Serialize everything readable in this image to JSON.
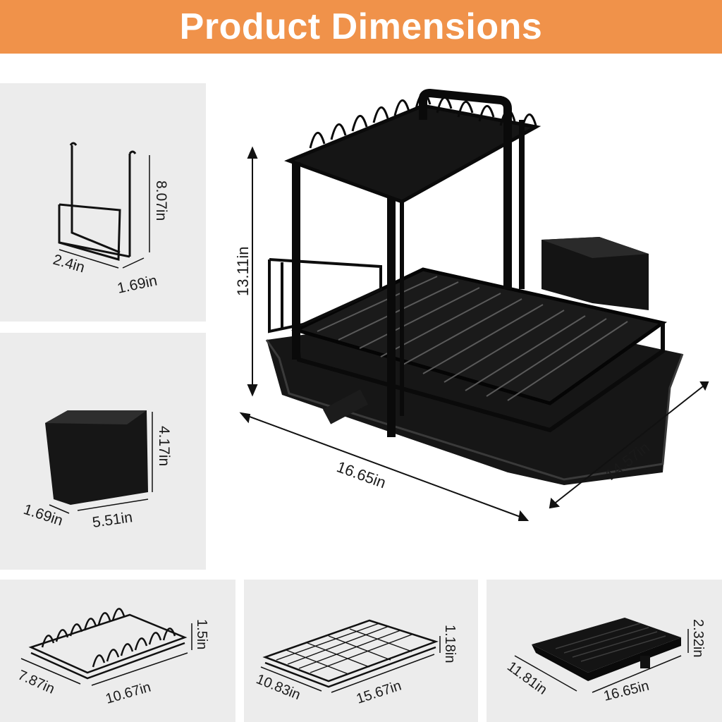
{
  "header": {
    "title": "Product Dimensions"
  },
  "colors": {
    "banner": "#f0924a",
    "panel": "#ececec",
    "product": "#111111"
  },
  "main_rack": {
    "height": "13.11in",
    "width": "16.65in",
    "depth": "14.57in"
  },
  "hook": {
    "height": "8.07in",
    "width": "2.4in",
    "depth": "1.69in"
  },
  "cup": {
    "height": "4.17in",
    "depth": "1.69in",
    "width": "5.51in"
  },
  "plate_rack": {
    "height": "1.5in",
    "depth": "7.87in",
    "width": "10.67in"
  },
  "basket": {
    "height": "1.18in",
    "depth": "10.83in",
    "width": "15.67in"
  },
  "tray": {
    "height": "2.32in",
    "depth": "11.81in",
    "width": "16.65in"
  }
}
